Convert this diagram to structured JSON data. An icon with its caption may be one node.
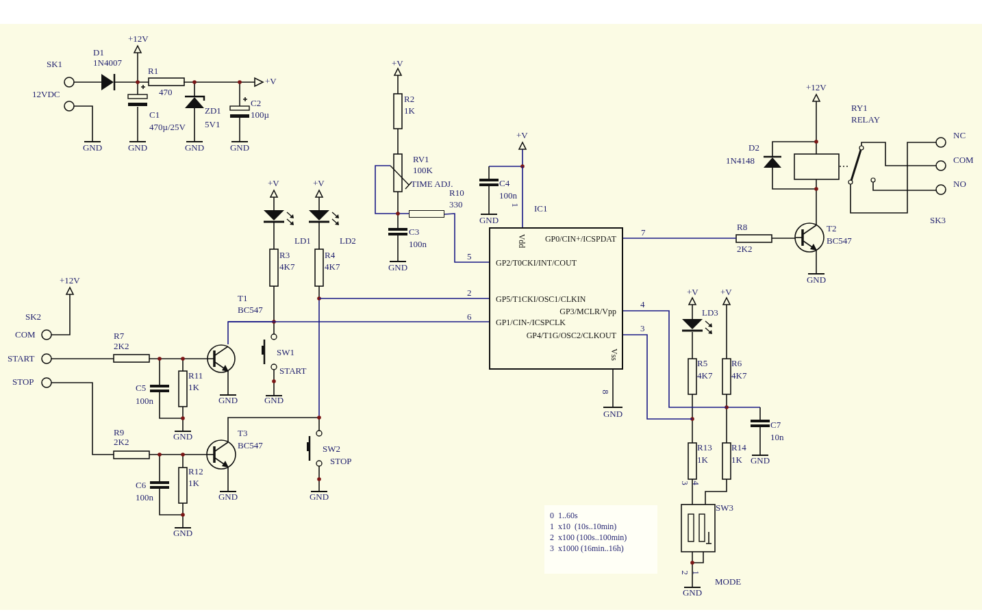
{
  "diagram": {
    "nodes": [
      {
        "text": [
          "Vdd",
          "GP0/CIN+/ICSPDAT",
          "GP2/T0CKI/INT/COUT",
          "GP5/T1CKI/OSC1/CLKIN",
          "GP3/MCLR/Vpp",
          "GP1/CIN-/ICSPCLK",
          "GP4/T1G/OSC2/CLKOUT",
          "Vss"
        ]
      },
      {
        "text": [
          "0  1..60s",
          "1  x10  (10s..10min)",
          "2  x100 (100s..100min)",
          "3  x1000 (16min..16h)"
        ]
      },
      {
        "text": [],
        "shape": "box",
        "beside": [
          "R10",
          "330"
        ]
      },
      {
        "text": [],
        "shape": "circle",
        "beside": [
          "T1",
          "BC547"
        ]
      },
      {
        "text": [
          "GND"
        ]
      }
    ],
    "edges": [
      {
        "from": 0,
        "to": null,
        "arrow": "none",
        "label": "1"
      },
      {
        "from": 0,
        "to": 2,
        "arrow": "none",
        "label": "5"
      },
      {
        "from": 0,
        "to": null,
        "arrow": "none",
        "label": "2"
      },
      {
        "from": 0,
        "to": 3,
        "arrow": "none",
        "label": "6"
      },
      {
        "from": 0,
        "to": null,
        "arrow": "none",
        "label": "7"
      },
      {
        "from": 0,
        "to": null,
        "arrow": "none",
        "label": "4"
      },
      {
        "from": 0,
        "to": null,
        "arrow": "none",
        "label": "3"
      },
      {
        "from": 0,
        "to": 4,
        "arrow": "none",
        "label": "8",
        "color": "#111111"
      }
    ],
    "labels": [
      "+12V",
      "SK1",
      "D1",
      "1N4007",
      "R1",
      "470",
      "+V",
      "12VDC",
      "C1",
      "470µ/25V",
      "ZD1",
      "5V1",
      "C2",
      "100µ",
      "GND",
      "GND",
      "GND",
      "GND",
      "+V",
      "R2",
      "1K",
      "RV1",
      "100K",
      "TIME ADJ.",
      "C3",
      "100n",
      "GND",
      "+V",
      "C4",
      "100n",
      "GND",
      "IC1",
      "+12V",
      "RY1",
      "RELAY",
      "D2",
      "1N4148",
      "NC",
      "COM",
      "NO",
      "SK3",
      "R8",
      "2K2",
      "T2",
      "BC547",
      "GND",
      "+V",
      "+V",
      "LD1",
      "LD2",
      "R3",
      "4K7",
      "R4",
      "4K7",
      "+12V",
      "SK2",
      "COM",
      "R7",
      "2K2",
      "START",
      "SW1",
      "START",
      "STOP",
      "C5",
      "100n",
      "R11",
      "1K",
      "GND",
      "GND",
      "GND",
      "R9",
      "2K2",
      "T3",
      "BC547",
      "SW2",
      "STOP",
      "C6",
      "100n",
      "R12",
      "1K",
      "GND",
      "GND",
      "GND",
      "+V",
      "+V",
      "LD3",
      "R5",
      "4K7",
      "R6",
      "4K7",
      "C7",
      "10n",
      "GND",
      "R13",
      "1K",
      "R14",
      "1K",
      "3",
      "4",
      "SW3",
      "2",
      "1",
      "MODE",
      "GND"
    ]
  }
}
